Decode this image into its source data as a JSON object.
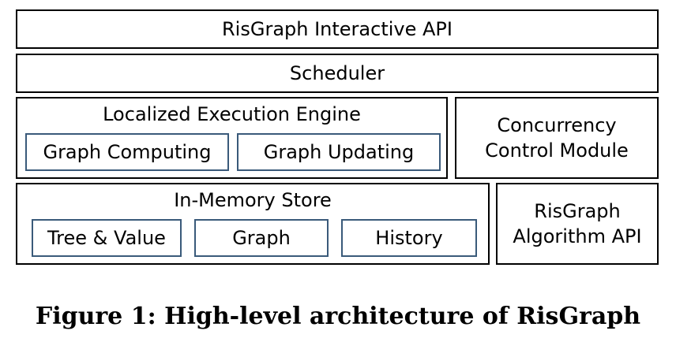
{
  "diagram": {
    "interactive_api": "RisGraph Interactive API",
    "scheduler": "Scheduler",
    "engine": {
      "title": "Localized Execution Engine",
      "components": [
        "Graph Computing",
        "Graph Updating"
      ]
    },
    "concurrency": {
      "line1": "Concurrency",
      "line2": "Control Module"
    },
    "store": {
      "title": "In-Memory Store",
      "components": [
        "Tree & Value",
        "Graph",
        "History"
      ]
    },
    "algorithm_api": {
      "line1": "RisGraph",
      "line2": "Algorithm API"
    }
  },
  "caption": "Figure 1: High-level architecture of RisGraph"
}
